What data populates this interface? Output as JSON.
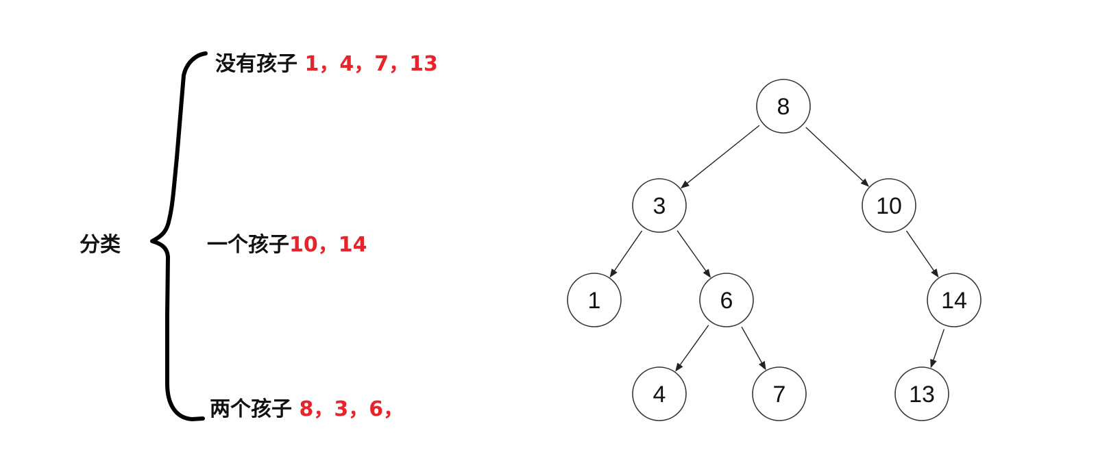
{
  "classification": {
    "title": "分类",
    "groups": [
      {
        "label": "没有孩子",
        "values": "1，4，7，13"
      },
      {
        "label": "一个孩子",
        "values": "10，14"
      },
      {
        "label": "两个孩子",
        "values": "8，3，6，"
      }
    ]
  },
  "tree": {
    "nodes": [
      {
        "id": "n8",
        "value": "8"
      },
      {
        "id": "n3",
        "value": "3"
      },
      {
        "id": "n10",
        "value": "10"
      },
      {
        "id": "n1",
        "value": "1"
      },
      {
        "id": "n6",
        "value": "6"
      },
      {
        "id": "n14",
        "value": "14"
      },
      {
        "id": "n4",
        "value": "4"
      },
      {
        "id": "n7",
        "value": "7"
      },
      {
        "id": "n13",
        "value": "13"
      }
    ],
    "edges": [
      [
        "n8",
        "n3"
      ],
      [
        "n8",
        "n10"
      ],
      [
        "n3",
        "n1"
      ],
      [
        "n3",
        "n6"
      ],
      [
        "n10",
        "n14"
      ],
      [
        "n6",
        "n4"
      ],
      [
        "n6",
        "n7"
      ],
      [
        "n14",
        "n13"
      ]
    ]
  },
  "colors": {
    "highlight": "#e8232a",
    "text": "#111111"
  }
}
